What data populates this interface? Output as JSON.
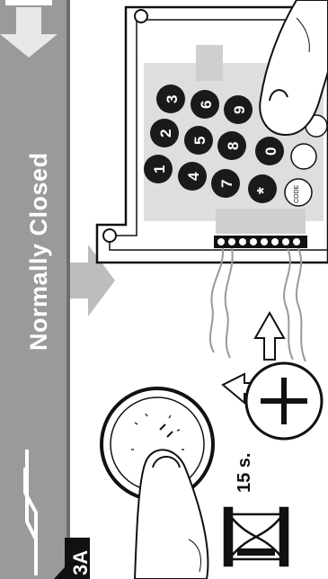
{
  "step_badge": "3A",
  "banner_title": "Normally Closed",
  "timer_label": "15 s.",
  "keypad_keys": [
    "1",
    "2",
    "3",
    "4",
    "5",
    "6",
    "7",
    "8",
    "9",
    "*",
    "0"
  ],
  "keypad_extra_label": "CODE",
  "colors": {
    "banner": "#9a9a9a",
    "banner_dark": "#6e6e6e",
    "badge": "#111111",
    "panel_tint": "#dedede",
    "key": "#1a1a1a"
  },
  "icons": [
    "down-arrow-icon",
    "right-arrow-icon",
    "contact-symbol-icon",
    "finger-icon",
    "knob-icon",
    "rotate-arrows-icon",
    "plus-icon",
    "hourglass-icon",
    "terminal-block-icon"
  ]
}
